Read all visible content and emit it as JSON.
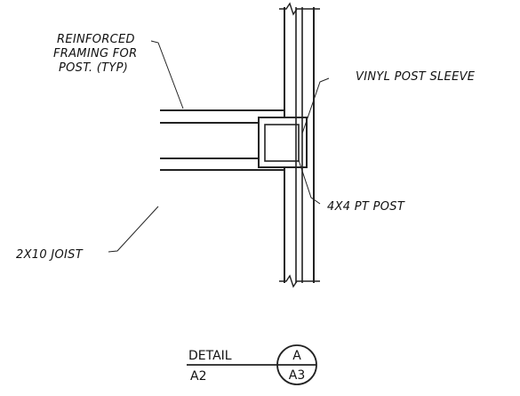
{
  "labels": {
    "framing_line1": "REINFORCED",
    "framing_line2": "FRAMING FOR",
    "framing_line3": "POST. (TYP)",
    "sleeve": "VINYL POST SLEEVE",
    "post": "4X4 PT POST",
    "joist": "2X10 JOIST"
  },
  "detail_tag": {
    "word": "DETAIL",
    "sheet_ref": "A2",
    "detail_letter": "A",
    "detail_sheet": "A3"
  },
  "colors": {
    "ink": "#222222",
    "paper": "#ffffff"
  }
}
